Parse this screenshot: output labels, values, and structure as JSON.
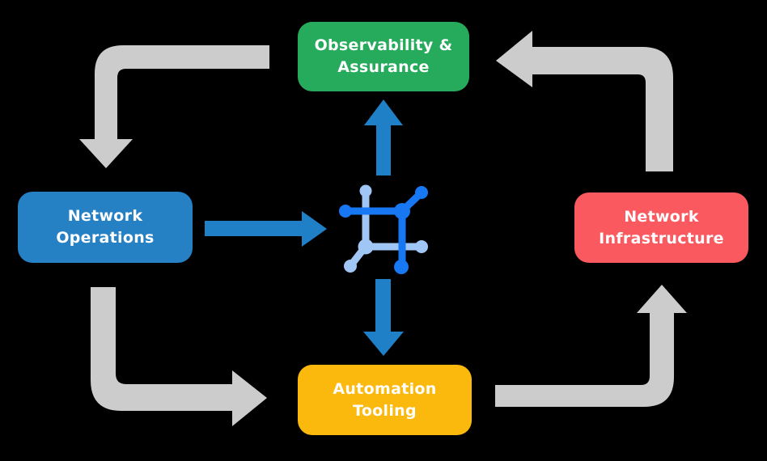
{
  "diagram": {
    "background": "#000000",
    "nodes": [
      {
        "id": "observability-assurance",
        "label": "Observability &\nAssurance",
        "color": "#26AB5C"
      },
      {
        "id": "network-operations",
        "label": "Network\nOperations",
        "color": "#2581C4"
      },
      {
        "id": "network-infrastructure",
        "label": "Network\nInfrastructure",
        "color": "#FA5A5F"
      },
      {
        "id": "automation-tooling",
        "label": "Automation\nTooling",
        "color": "#FBB80D"
      }
    ],
    "colors": {
      "gray_arrow": "#CCCCCC",
      "blue_arrow": "#1F80C8",
      "icon_dark_blue": "#1877F2",
      "icon_light_blue": "#A0C6F5",
      "label_text": "#FFFFFF"
    },
    "icon": {
      "name": "network-mesh-icon"
    },
    "arrows": {
      "gray": [
        {
          "id": "observability-to-operations"
        },
        {
          "id": "infrastructure-to-observability"
        },
        {
          "id": "operations-to-automation"
        },
        {
          "id": "automation-to-infrastructure"
        }
      ],
      "blue": [
        {
          "id": "operations-to-center"
        },
        {
          "id": "center-to-observability"
        },
        {
          "id": "center-to-automation"
        }
      ]
    }
  }
}
